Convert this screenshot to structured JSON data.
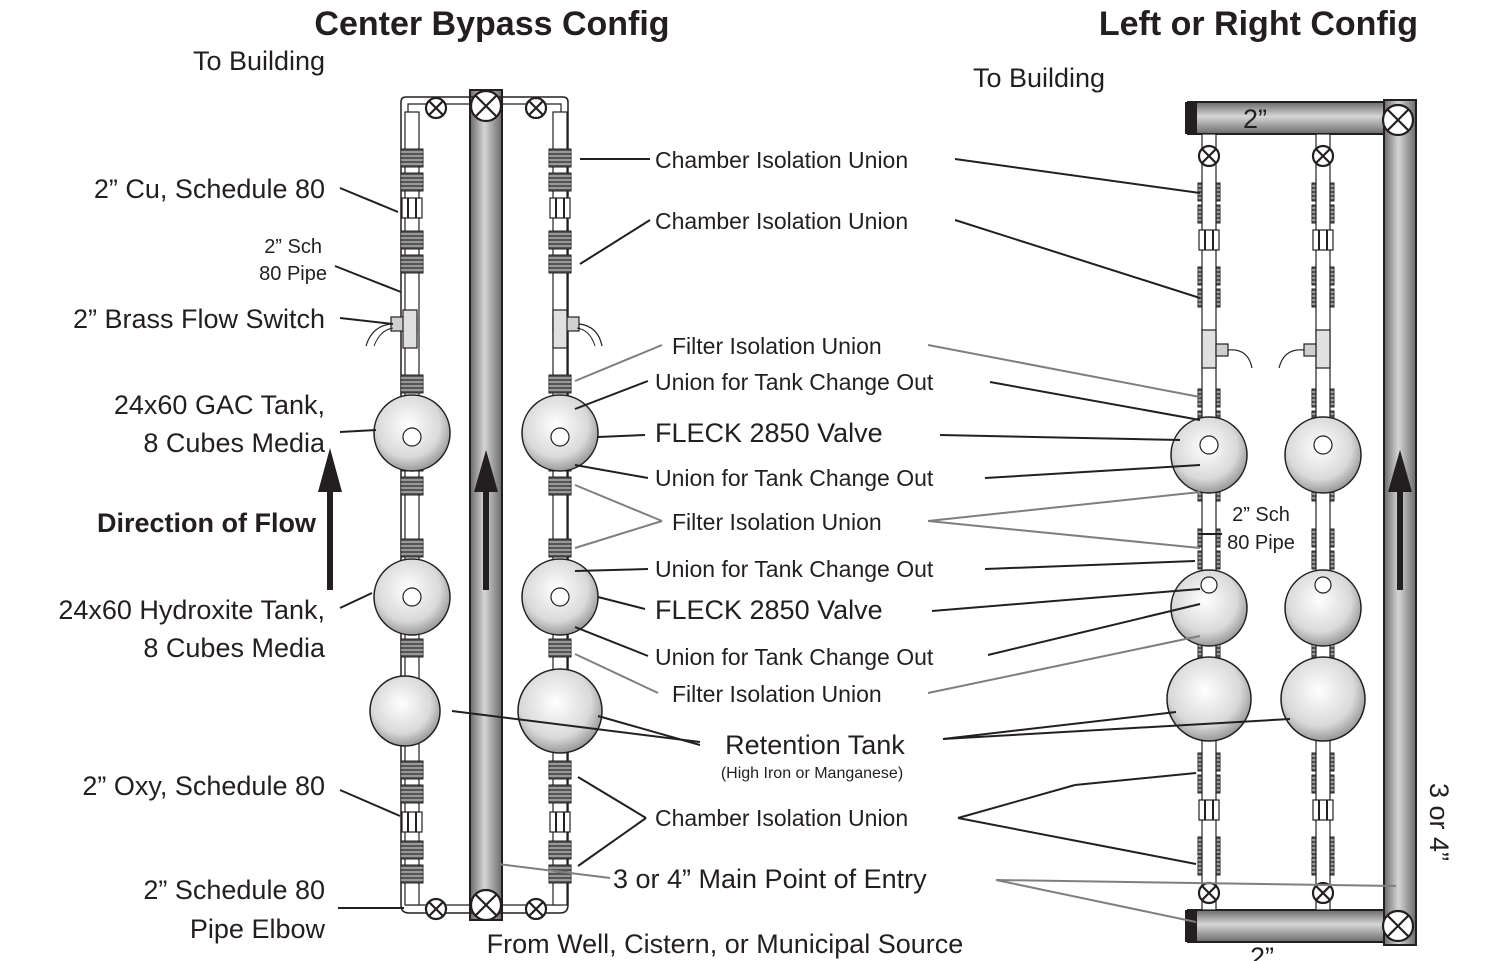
{
  "titles": {
    "center": "Center Bypass Config",
    "side": "Left or Right Config"
  },
  "labels": {
    "to_building_center": "To Building",
    "to_building_side": "To Building",
    "from_source": "From Well, Cistern, or Municipal Source",
    "direction_of_flow": "Direction of Flow",
    "cu_pipe": "2” Cu, Schedule 80",
    "sch_pipe_line1": "2” Sch",
    "sch_pipe_line2": "80 Pipe",
    "flow_switch": "2” Brass Flow Switch",
    "gac_line1": "24x60 GAC Tank,",
    "gac_line2": "8 Cubes Media",
    "hydroxite_line1": "24x60 Hydroxite Tank,",
    "hydroxite_line2": "8 Cubes Media",
    "oxy_pipe": "2” Oxy, Schedule 80",
    "elbow_line1": "2” Schedule 80",
    "elbow_line2": "Pipe Elbow",
    "chamber_union_1": "Chamber Isolation Union",
    "chamber_union_2": "Chamber Isolation Union",
    "filter_union_1": "Filter Isolation Union",
    "tank_union_1": "Union for Tank Change Out",
    "fleck_valve_1": "FLECK 2850 Valve",
    "tank_union_2": "Union for Tank Change Out",
    "filter_union_2": "Filter Isolation Union",
    "tank_union_3": "Union for Tank Change Out",
    "fleck_valve_2": "FLECK 2850 Valve",
    "tank_union_4": "Union for Tank Change Out",
    "filter_union_3": "Filter Isolation Union",
    "retention_tank": "Retention Tank",
    "retention_note": "(High Iron or Manganese)",
    "chamber_union_3": "Chamber Isolation Union",
    "main_entry": "3 or 4” Main Point of Entry",
    "side_sch_line1": "2” Sch",
    "side_sch_line2": "80 Pipe",
    "side_top_pipe": "2”",
    "side_bottom_pipe": "2”",
    "side_main_size": "3 or 4”"
  },
  "colors": {
    "ink": "#231f20",
    "pipe_dark": "#7a7a7a",
    "pipe_light": "#d8d8d8",
    "leader_gray": "#7f7f7f"
  }
}
